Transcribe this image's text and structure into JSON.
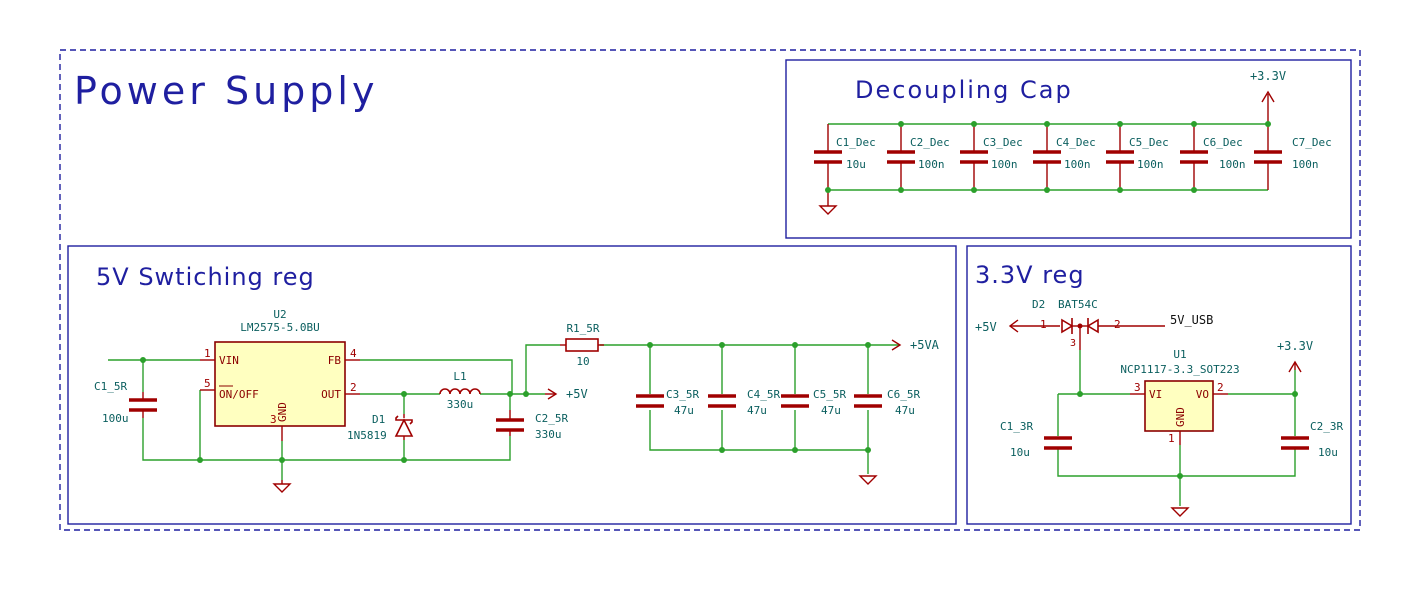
{
  "sheet": {
    "title": "Power Supply"
  },
  "colors": {
    "wire": "#2ca02c",
    "body": "#8b0000",
    "pin": "#a00000",
    "label": "#0b5f5f",
    "frame": "#1f1fa0",
    "dot": "#2ca02c"
  },
  "decoupling": {
    "title": "Decoupling Cap",
    "power_label": "+3.3V",
    "caps": [
      {
        "ref": "C1_Dec",
        "value": "10u"
      },
      {
        "ref": "C2_Dec",
        "value": "100n"
      },
      {
        "ref": "C3_Dec",
        "value": "100n"
      },
      {
        "ref": "C4_Dec",
        "value": "100n"
      },
      {
        "ref": "C5_Dec",
        "value": "100n"
      },
      {
        "ref": "C6_Dec",
        "value": "100n"
      },
      {
        "ref": "C7_Dec",
        "value": "100n"
      }
    ]
  },
  "switching": {
    "title": "5V Swtiching reg",
    "u2": {
      "ref": "U2",
      "part": "LM2575-5.0BU",
      "pin_vin": "VIN",
      "pin_onoff": "ON/OFF",
      "pin_gnd": "GND",
      "pin_fb": "FB",
      "pin_out": "OUT",
      "n_vin": "1",
      "n_onoff": "5",
      "n_gnd": "3",
      "n_fb": "4",
      "n_out": "2"
    },
    "c1": {
      "ref": "C1_5R",
      "value": "100u"
    },
    "d1": {
      "ref": "D1",
      "value": "1N5819"
    },
    "l1": {
      "ref": "L1",
      "value": "330u"
    },
    "c2": {
      "ref": "C2_5R",
      "value": "330u"
    },
    "r1": {
      "ref": "R1_5R",
      "value": "10"
    },
    "out_label": "+5V",
    "filt_label": "+5VA",
    "filt_caps": [
      {
        "ref": "C3_5R",
        "value": "47u"
      },
      {
        "ref": "C4_5R",
        "value": "47u"
      },
      {
        "ref": "C5_5R",
        "value": "47u"
      },
      {
        "ref": "C6_5R",
        "value": "47u"
      }
    ]
  },
  "ldo": {
    "title": "3.3V reg",
    "d2": {
      "ref": "D2",
      "value": "BAT54C",
      "pin1": "1",
      "pin2": "2",
      "pin3": "3"
    },
    "left_label": "+5V",
    "usb_label": "5V_USB",
    "u1": {
      "ref": "U1",
      "part": "NCP1117-3.3_SOT223",
      "pin_vi": "VI",
      "pin_vo": "VO",
      "pin_gnd": "GND",
      "n_vi": "3",
      "n_vo": "2",
      "n_gnd": "1"
    },
    "out_label": "+3.3V",
    "c1": {
      "ref": "C1_3R",
      "value": "10u"
    },
    "c2": {
      "ref": "C2_3R",
      "value": "10u"
    }
  }
}
